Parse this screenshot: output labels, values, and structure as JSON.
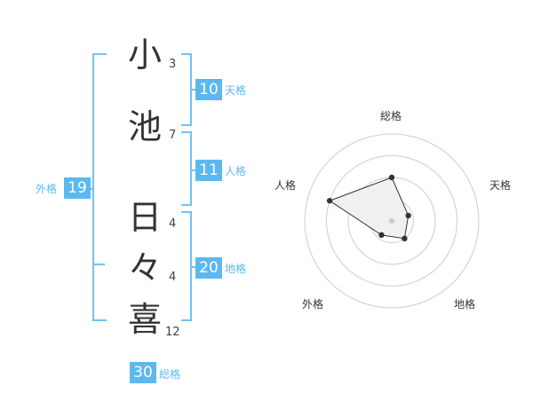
{
  "characters": [
    {
      "char": "小",
      "strokes": "3"
    },
    {
      "char": "池",
      "strokes": "7"
    },
    {
      "char": "日",
      "strokes": "4"
    },
    {
      "char": "々",
      "strokes": "4"
    },
    {
      "char": "喜",
      "strokes": "12"
    }
  ],
  "kakusu": {
    "tenkaku": {
      "value": "10",
      "label": "天格"
    },
    "jinkaku": {
      "value": "11",
      "label": "人格"
    },
    "chikaku": {
      "value": "20",
      "label": "地格"
    },
    "gaikaku": {
      "value": "19",
      "label": "外格"
    },
    "soukaku": {
      "value": "30",
      "label": "総格"
    }
  },
  "chart_data": {
    "type": "radar",
    "axes": [
      "総格",
      "天格",
      "地格",
      "外格",
      "人格"
    ],
    "values": [
      0.5,
      0.2,
      0.25,
      0.2,
      0.75
    ],
    "range": [
      0,
      1
    ],
    "rings": 4,
    "colors": {
      "fill": "#f0f0f0",
      "stroke": "#333333",
      "grid": "#cccccc",
      "center": "#cccccc"
    }
  }
}
